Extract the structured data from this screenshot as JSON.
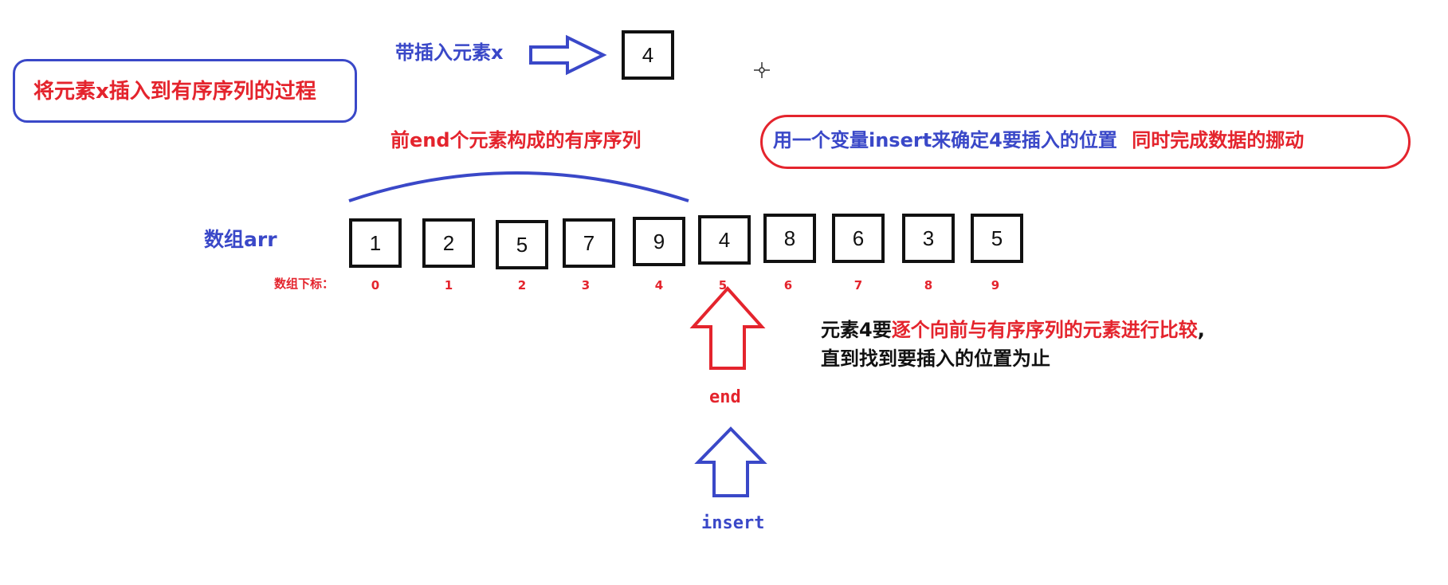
{
  "title_note": "将元素x插入到有序序列的过程",
  "pending": {
    "label": "带插入元素x",
    "value": "4"
  },
  "sorted_label": "前end个元素构成的有序序列",
  "variable_note": {
    "blue_part": "用一个变量insert来确定4要插入的位置",
    "red_part": "同时完成数据的挪动"
  },
  "array": {
    "label": "数组arr",
    "index_label": "数组下标：",
    "values": [
      "1",
      "2",
      "5",
      "7",
      "9",
      "4",
      "8",
      "6",
      "3",
      "5"
    ],
    "indices": [
      "0",
      "1",
      "2",
      "3",
      "4",
      "5",
      "6",
      "7",
      "8",
      "9"
    ]
  },
  "compare_note": {
    "line1_black": "元素4要",
    "line1_red": "逐个向前与有序序列的元素进行比较",
    "line1_tail": ",",
    "line2": "直到找到要插入的位置为止"
  },
  "pointers": {
    "end": "end",
    "insert": "insert"
  },
  "colors": {
    "blue": "#3a48c8",
    "red": "#e4242d",
    "black": "#111111"
  }
}
